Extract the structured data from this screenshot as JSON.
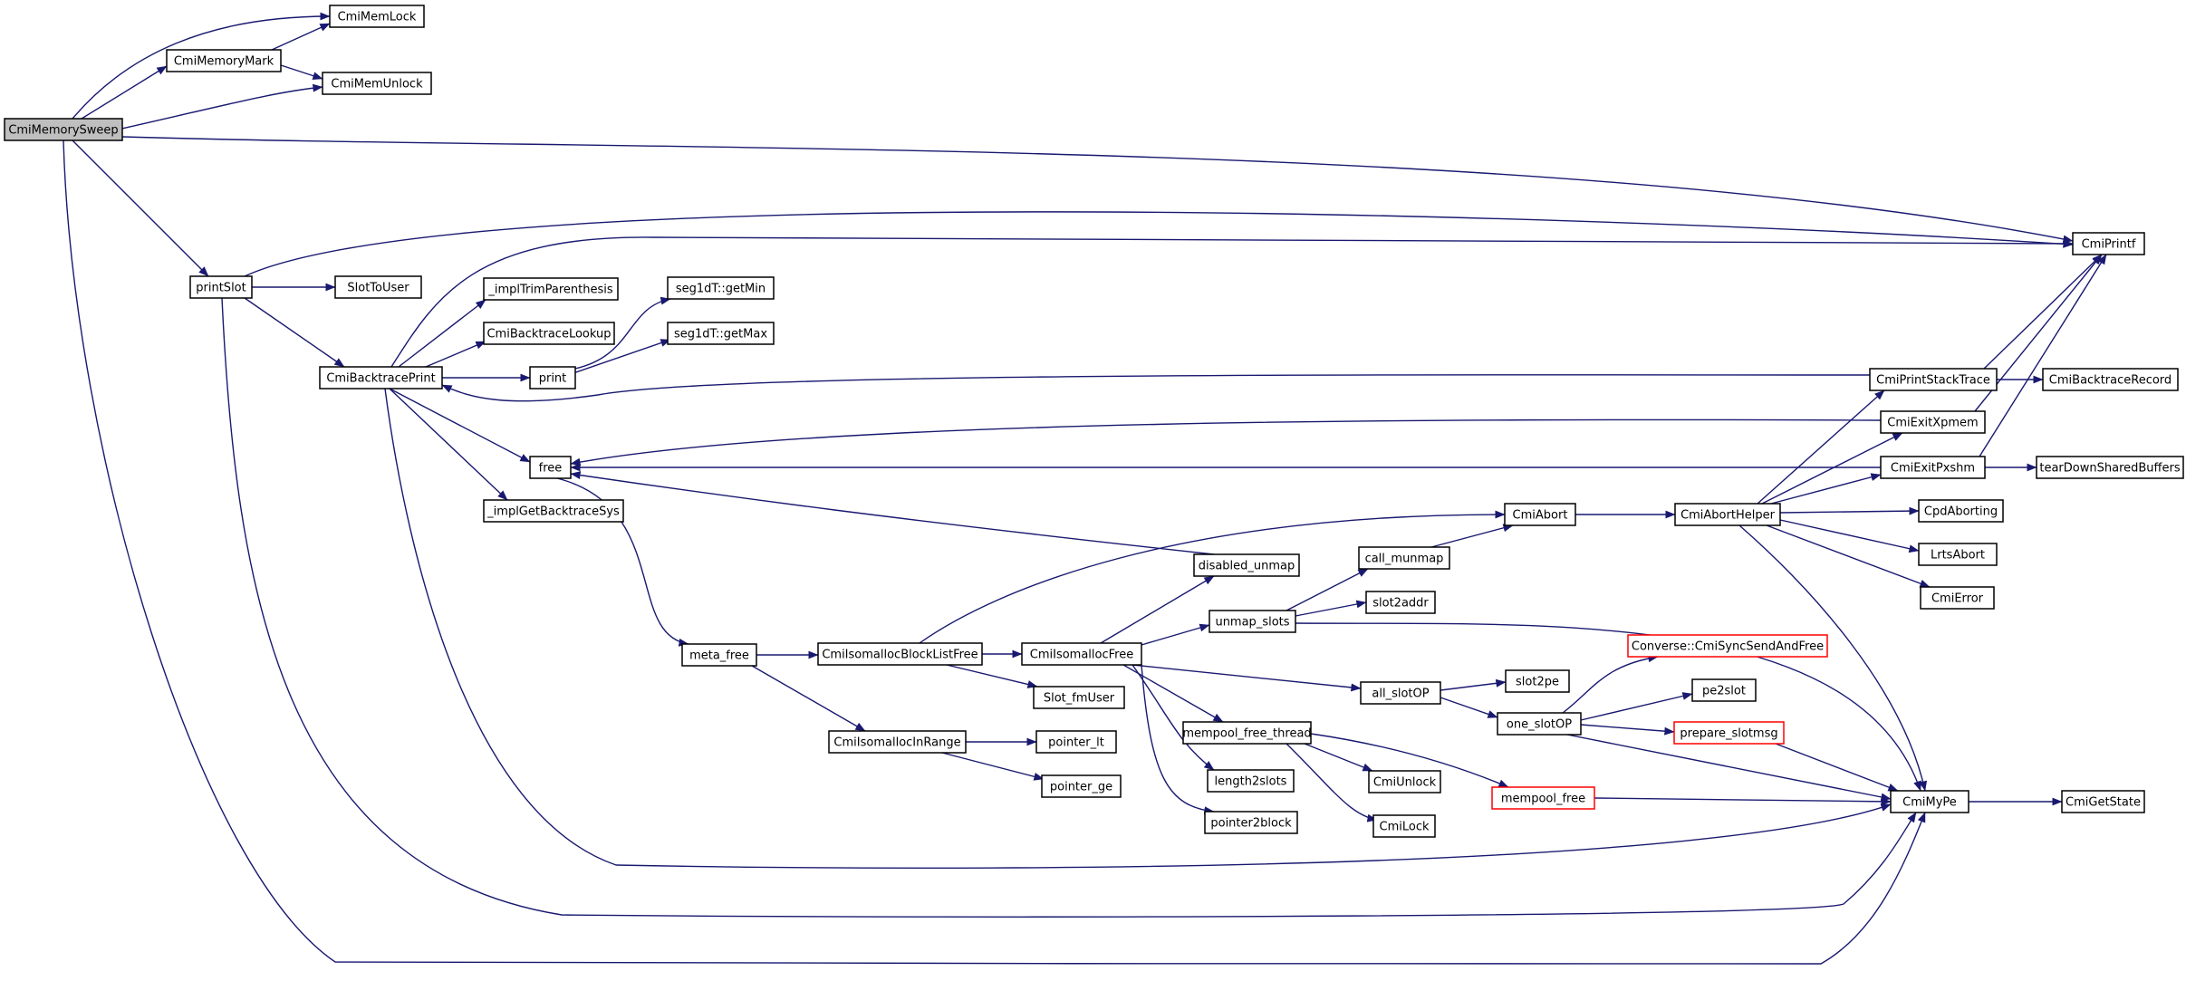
{
  "diagram": {
    "kind": "call-graph",
    "root": "CmiMemorySweep",
    "colors": {
      "edge": "#191970",
      "border": "#000000",
      "root_fill": "#bfbfbf",
      "truncated_border": "#ff0000"
    },
    "nodes": [
      {
        "id": "CmiMemorySweep",
        "label": "CmiMemorySweep",
        "style": "root"
      },
      {
        "id": "CmiMemLock",
        "label": "CmiMemLock"
      },
      {
        "id": "CmiMemoryMark",
        "label": "CmiMemoryMark"
      },
      {
        "id": "CmiMemUnlock",
        "label": "CmiMemUnlock"
      },
      {
        "id": "CmiPrintf",
        "label": "CmiPrintf"
      },
      {
        "id": "printSlot",
        "label": "printSlot"
      },
      {
        "id": "SlotToUser",
        "label": "SlotToUser"
      },
      {
        "id": "CmiBacktracePrint",
        "label": "CmiBacktracePrint"
      },
      {
        "id": "_implTrimParenthesis",
        "label": "_implTrimParenthesis"
      },
      {
        "id": "CmiBacktraceLookup",
        "label": "CmiBacktraceLookup"
      },
      {
        "id": "print",
        "label": "print"
      },
      {
        "id": "seg1dT::getMin",
        "label": "seg1dT::getMin"
      },
      {
        "id": "seg1dT::getMax",
        "label": "seg1dT::getMax"
      },
      {
        "id": "free",
        "label": "free"
      },
      {
        "id": "_implGetBacktraceSys",
        "label": "_implGetBacktraceSys"
      },
      {
        "id": "CmiPrintStackTrace",
        "label": "CmiPrintStackTrace"
      },
      {
        "id": "CmiBacktraceRecord",
        "label": "CmiBacktraceRecord"
      },
      {
        "id": "CmiExitXpmem",
        "label": "CmiExitXpmem"
      },
      {
        "id": "CmiExitPxshm",
        "label": "CmiExitPxshm"
      },
      {
        "id": "tearDownSharedBuffers",
        "label": "tearDownSharedBuffers"
      },
      {
        "id": "CmiAbort",
        "label": "CmiAbort"
      },
      {
        "id": "CmiAbortHelper",
        "label": "CmiAbortHelper"
      },
      {
        "id": "CpdAborting",
        "label": "CpdAborting"
      },
      {
        "id": "LrtsAbort",
        "label": "LrtsAbort"
      },
      {
        "id": "CmiError",
        "label": "CmiError"
      },
      {
        "id": "disabled_unmap",
        "label": "disabled_unmap"
      },
      {
        "id": "call_munmap",
        "label": "call_munmap"
      },
      {
        "id": "slot2addr",
        "label": "slot2addr"
      },
      {
        "id": "unmap_slots",
        "label": "unmap_slots"
      },
      {
        "id": "meta_free",
        "label": "meta_free"
      },
      {
        "id": "CmiIsomallocBlockListFree",
        "label": "CmiIsomallocBlockListFree"
      },
      {
        "id": "CmiIsomallocFree",
        "label": "CmiIsomallocFree"
      },
      {
        "id": "Converse::CmiSyncSendAndFree",
        "label": "Converse::CmiSyncSendAndFree",
        "style": "truncated"
      },
      {
        "id": "Slot_fmUser",
        "label": "Slot_fmUser"
      },
      {
        "id": "all_slotOP",
        "label": "all_slotOP"
      },
      {
        "id": "slot2pe",
        "label": "slot2pe"
      },
      {
        "id": "pe2slot",
        "label": "pe2slot"
      },
      {
        "id": "one_slotOP",
        "label": "one_slotOP"
      },
      {
        "id": "prepare_slotmsg",
        "label": "prepare_slotmsg",
        "style": "truncated"
      },
      {
        "id": "CmiIsomallocInRange",
        "label": "CmiIsomallocInRange"
      },
      {
        "id": "pointer_lt",
        "label": "pointer_lt"
      },
      {
        "id": "mempool_free_thread",
        "label": "mempool_free_thread"
      },
      {
        "id": "pointer_ge",
        "label": "pointer_ge"
      },
      {
        "id": "length2slots",
        "label": "length2slots"
      },
      {
        "id": "CmiUnlock",
        "label": "CmiUnlock"
      },
      {
        "id": "mempool_free",
        "label": "mempool_free",
        "style": "truncated"
      },
      {
        "id": "CmiMyPe",
        "label": "CmiMyPe"
      },
      {
        "id": "CmiGetState",
        "label": "CmiGetState"
      },
      {
        "id": "pointer2block",
        "label": "pointer2block"
      },
      {
        "id": "CmiLock",
        "label": "CmiLock"
      }
    ],
    "edges": [
      [
        "CmiMemorySweep",
        "CmiMemLock"
      ],
      [
        "CmiMemorySweep",
        "CmiMemoryMark"
      ],
      [
        "CmiMemorySweep",
        "CmiMemUnlock"
      ],
      [
        "CmiMemorySweep",
        "CmiPrintf"
      ],
      [
        "CmiMemorySweep",
        "printSlot"
      ],
      [
        "CmiMemorySweep",
        "CmiMyPe"
      ],
      [
        "CmiMemoryMark",
        "CmiMemLock"
      ],
      [
        "CmiMemoryMark",
        "CmiMemUnlock"
      ],
      [
        "printSlot",
        "CmiPrintf"
      ],
      [
        "printSlot",
        "SlotToUser"
      ],
      [
        "printSlot",
        "CmiBacktracePrint"
      ],
      [
        "printSlot",
        "CmiMyPe"
      ],
      [
        "CmiBacktracePrint",
        "CmiPrintf"
      ],
      [
        "CmiBacktracePrint",
        "_implTrimParenthesis"
      ],
      [
        "CmiBacktracePrint",
        "CmiBacktraceLookup"
      ],
      [
        "CmiBacktracePrint",
        "print"
      ],
      [
        "CmiBacktracePrint",
        "free"
      ],
      [
        "CmiBacktracePrint",
        "_implGetBacktraceSys"
      ],
      [
        "CmiBacktracePrint",
        "CmiMyPe"
      ],
      [
        "print",
        "seg1dT::getMin"
      ],
      [
        "print",
        "seg1dT::getMax"
      ],
      [
        "free",
        "meta_free"
      ],
      [
        "meta_free",
        "CmiIsomallocBlockListFree"
      ],
      [
        "meta_free",
        "CmiIsomallocInRange"
      ],
      [
        "CmiIsomallocBlockListFree",
        "CmiAbort"
      ],
      [
        "CmiIsomallocBlockListFree",
        "CmiIsomallocFree"
      ],
      [
        "CmiIsomallocBlockListFree",
        "Slot_fmUser"
      ],
      [
        "CmiIsomallocInRange",
        "pointer_lt"
      ],
      [
        "CmiIsomallocInRange",
        "pointer_ge"
      ],
      [
        "CmiIsomallocFree",
        "disabled_unmap"
      ],
      [
        "CmiIsomallocFree",
        "unmap_slots"
      ],
      [
        "CmiIsomallocFree",
        "all_slotOP"
      ],
      [
        "CmiIsomallocFree",
        "mempool_free_thread"
      ],
      [
        "CmiIsomallocFree",
        "length2slots"
      ],
      [
        "CmiIsomallocFree",
        "pointer2block"
      ],
      [
        "disabled_unmap",
        "free"
      ],
      [
        "unmap_slots",
        "call_munmap"
      ],
      [
        "unmap_slots",
        "slot2addr"
      ],
      [
        "unmap_slots",
        "CmiMyPe"
      ],
      [
        "call_munmap",
        "CmiAbort"
      ],
      [
        "CmiAbort",
        "CmiAbortHelper"
      ],
      [
        "CmiAbortHelper",
        "CmiPrintStackTrace"
      ],
      [
        "CmiAbortHelper",
        "CmiExitXpmem"
      ],
      [
        "CmiAbortHelper",
        "CmiExitPxshm"
      ],
      [
        "CmiAbortHelper",
        "CpdAborting"
      ],
      [
        "CmiAbortHelper",
        "LrtsAbort"
      ],
      [
        "CmiAbortHelper",
        "CmiError"
      ],
      [
        "CmiAbortHelper",
        "CmiMyPe"
      ],
      [
        "CmiPrintStackTrace",
        "CmiBacktracePrint"
      ],
      [
        "CmiPrintStackTrace",
        "CmiBacktraceRecord"
      ],
      [
        "CmiPrintStackTrace",
        "CmiPrintf"
      ],
      [
        "CmiExitXpmem",
        "free"
      ],
      [
        "CmiExitXpmem",
        "CmiPrintf"
      ],
      [
        "CmiExitPxshm",
        "free"
      ],
      [
        "CmiExitPxshm",
        "tearDownSharedBuffers"
      ],
      [
        "CmiExitPxshm",
        "CmiPrintf"
      ],
      [
        "all_slotOP",
        "slot2pe"
      ],
      [
        "all_slotOP",
        "one_slotOP"
      ],
      [
        "one_slotOP",
        "Converse::CmiSyncSendAndFree"
      ],
      [
        "one_slotOP",
        "pe2slot"
      ],
      [
        "one_slotOP",
        "prepare_slotmsg"
      ],
      [
        "one_slotOP",
        "CmiMyPe"
      ],
      [
        "prepare_slotmsg",
        "CmiMyPe"
      ],
      [
        "mempool_free_thread",
        "CmiUnlock"
      ],
      [
        "mempool_free_thread",
        "CmiLock"
      ],
      [
        "mempool_free_thread",
        "mempool_free"
      ],
      [
        "mempool_free",
        "CmiMyPe"
      ],
      [
        "CmiMyPe",
        "CmiGetState"
      ]
    ]
  }
}
